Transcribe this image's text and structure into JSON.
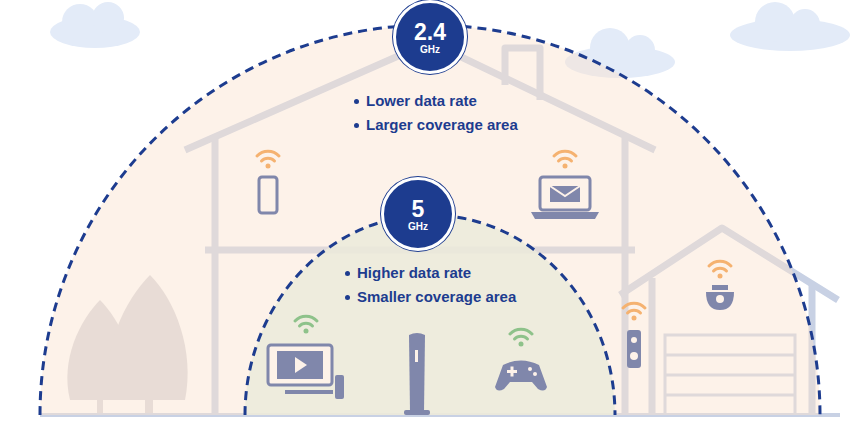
{
  "diagram": {
    "nodes": [
      {
        "text": [
          "Lower data rate",
          "Larger coverage area"
        ]
      },
      {
        "text": [
          "2.4",
          "GHz"
        ],
        "in": 0
      },
      {
        "text": [
          "Higher data rate",
          "Smaller coverage area"
        ],
        "in": 0
      },
      {
        "text": [
          "5",
          "GHz"
        ],
        "in": 2
      }
    ]
  }
}
